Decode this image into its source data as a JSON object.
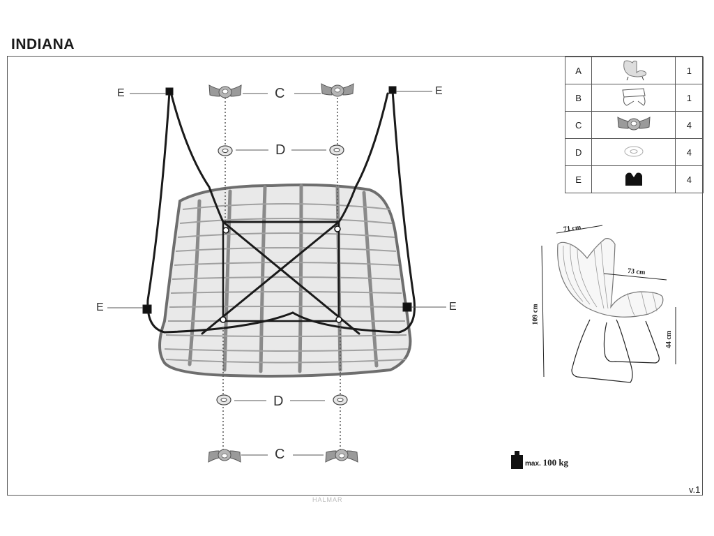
{
  "title": "INDIANA",
  "version": "v.1",
  "footer_code": "HALMAR",
  "colors": {
    "frame": "#1a1a1a",
    "rattan": "#8f8f8f",
    "accent_black": "#000000"
  },
  "parts": [
    {
      "letter": "A",
      "icon": "rattan-seat-icon",
      "qty": "1"
    },
    {
      "letter": "B",
      "icon": "metal-frame-icon",
      "qty": "1"
    },
    {
      "letter": "C",
      "icon": "wing-nut-icon",
      "qty": "4"
    },
    {
      "letter": "D",
      "icon": "washer-icon",
      "qty": "4"
    },
    {
      "letter": "E",
      "icon": "foot-cap-icon",
      "qty": "4"
    }
  ],
  "callouts": {
    "c_top": "C",
    "d_top": "D",
    "d_bottom": "D",
    "c_bottom": "C",
    "e_top_left": "E",
    "e_top_right": "E",
    "e_mid_left": "E",
    "e_mid_right": "E"
  },
  "dimensions": {
    "width": "71 cm",
    "depth": "73 cm",
    "height": "109 cm",
    "seat_height": "44 cm"
  },
  "max_load": {
    "prefix": "max.",
    "value": "100 kg"
  }
}
